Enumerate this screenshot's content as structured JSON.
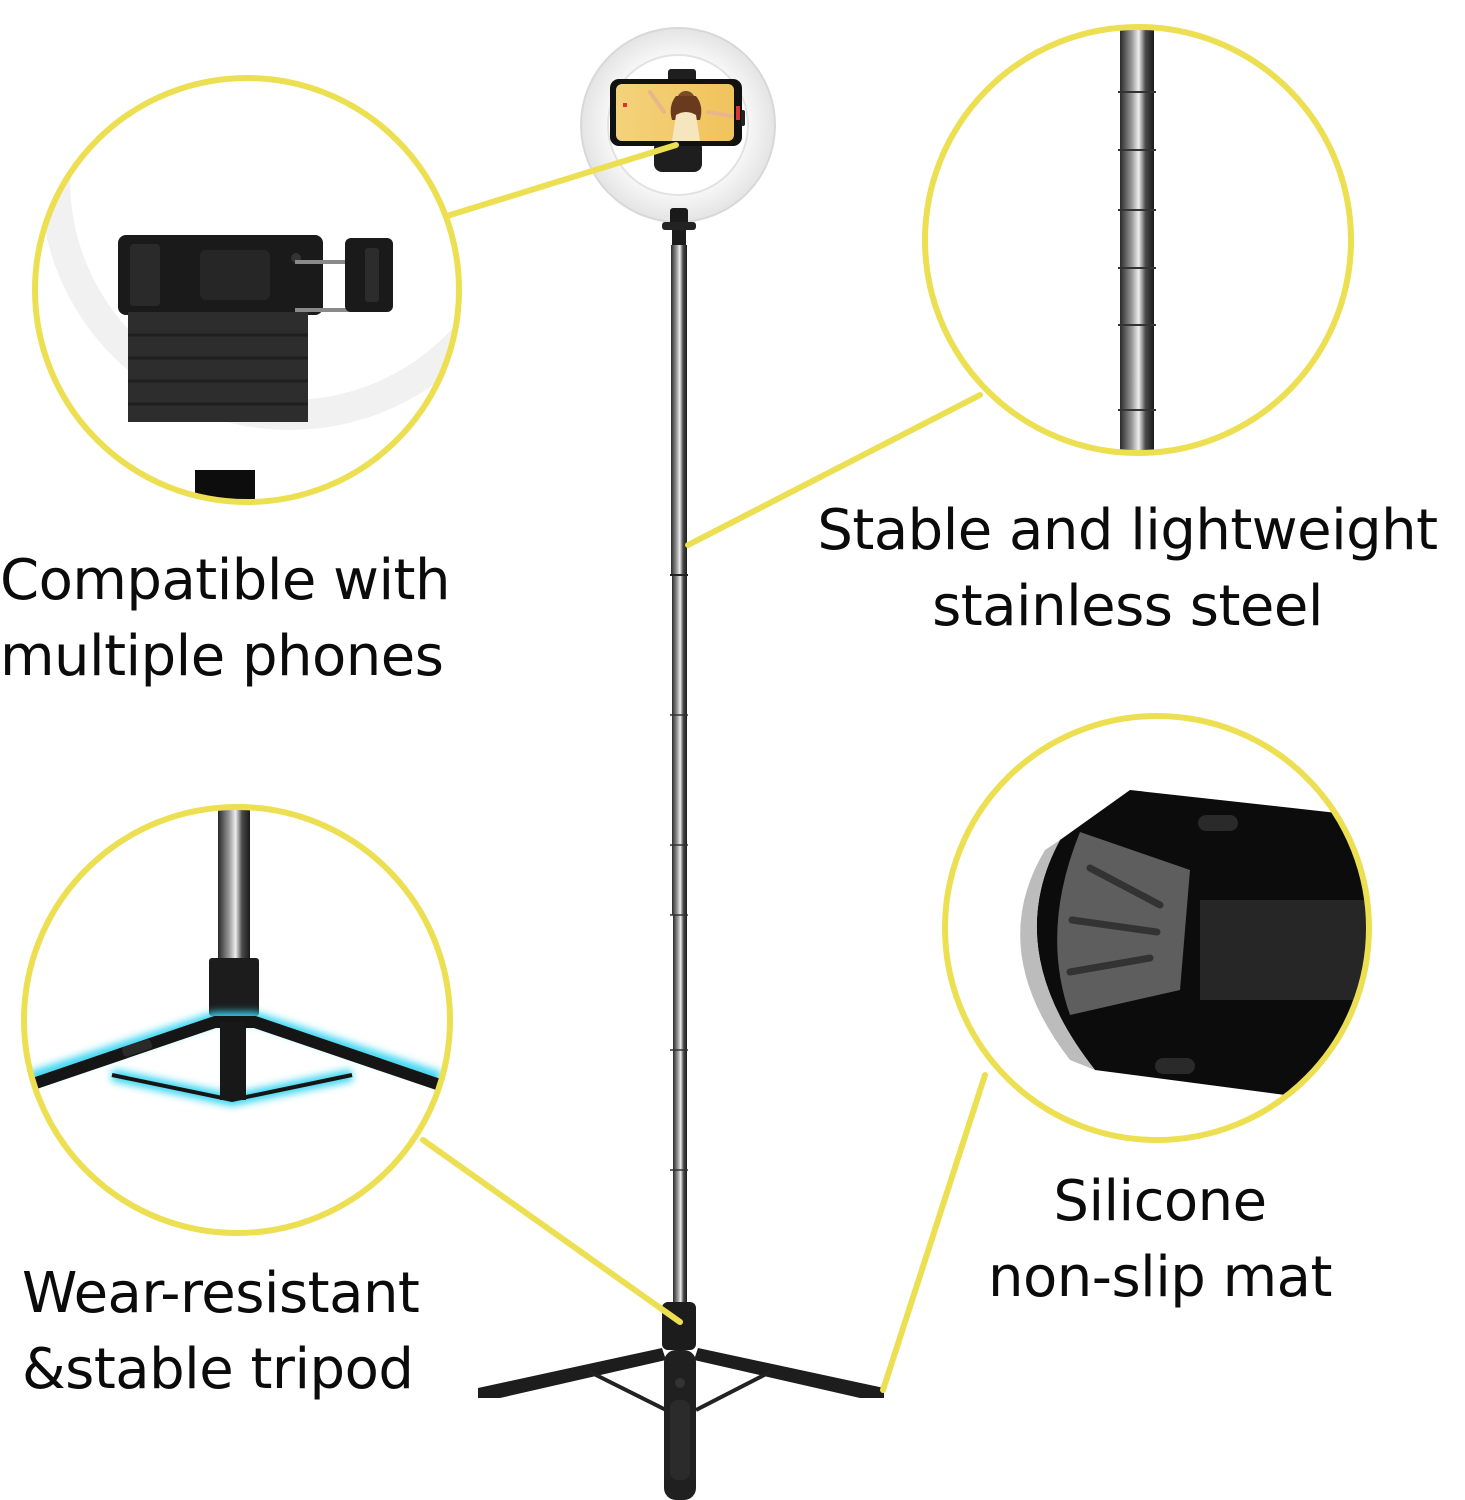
{
  "product": {
    "name": "Selfie stick tripod with ring light",
    "accent_color": "#ECDF52",
    "glow_color": "#39D6F2"
  },
  "callouts": [
    {
      "id": "phone-holder",
      "lines": [
        "Compatible with",
        "multiple phones"
      ],
      "position": "top-left"
    },
    {
      "id": "steel-pole",
      "lines": [
        "Stable and lightweight",
        "stainless steel"
      ],
      "position": "top-right"
    },
    {
      "id": "tripod",
      "lines": [
        "Wear-resistant",
        "&stable tripod"
      ],
      "position": "bottom-left"
    },
    {
      "id": "non-slip-mat",
      "lines": [
        "Silicone",
        "non-slip mat"
      ],
      "position": "bottom-right"
    }
  ]
}
